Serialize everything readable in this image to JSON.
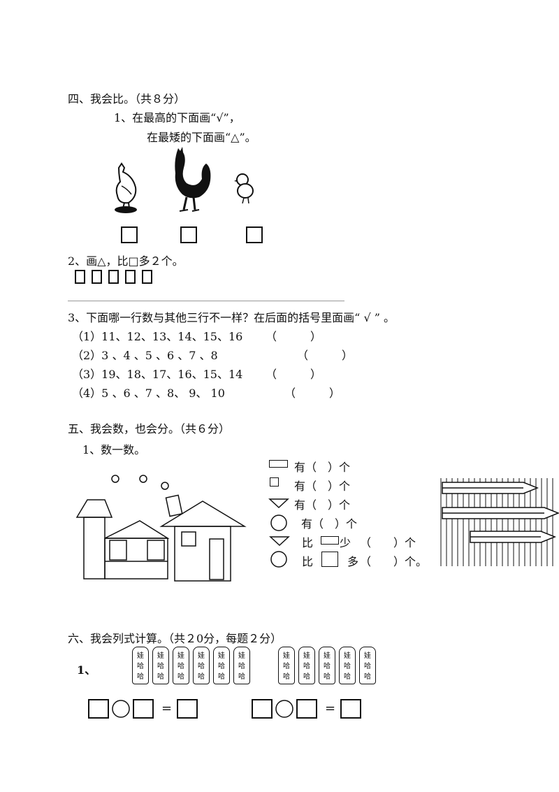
{
  "section4": {
    "heading": "四、我会比。（共８分）",
    "q1_line1": "1、在最高的下面画“√”，",
    "q1_line2": "在最矮的下面画“△”。",
    "q2": "2、画△，比□多２个。",
    "q3": "3、下面哪一行数与其他三行不一样？在后面的括号里面画“ √ ” 。",
    "q3_rows": [
      {
        "label": "（1）11、12、13、14、15、16",
        "paren": "（　　　）"
      },
      {
        "label": "（2）3 、4 、5 、6 、7 、8",
        "paren": "（　　　）"
      },
      {
        "label": "（3）19、18、17、16、15、14",
        "paren": "（　　　）"
      },
      {
        "label": "（4）5 、6 、7 、8、 9、 10",
        "paren": "（　　　）"
      }
    ]
  },
  "section5": {
    "heading": "五、我会数，也会分。（共６分）",
    "q1": "1、数一数。",
    "count_lines": [
      {
        "text": "有（　）个"
      },
      {
        "text": "有（　）个"
      },
      {
        "text": "有（　）个"
      },
      {
        "text": "有（　）个"
      },
      {
        "text": "比",
        "mid": "少",
        "tail": "（　　）个"
      },
      {
        "text": "比",
        "mid": "多",
        "tail": "（　　）个。"
      }
    ]
  },
  "section6": {
    "heading": "六、我会列式计算。（共２0分，每题２分）",
    "q1": "1、",
    "bottle_text": [
      "娃",
      "哈",
      "哈"
    ],
    "equals": "="
  }
}
